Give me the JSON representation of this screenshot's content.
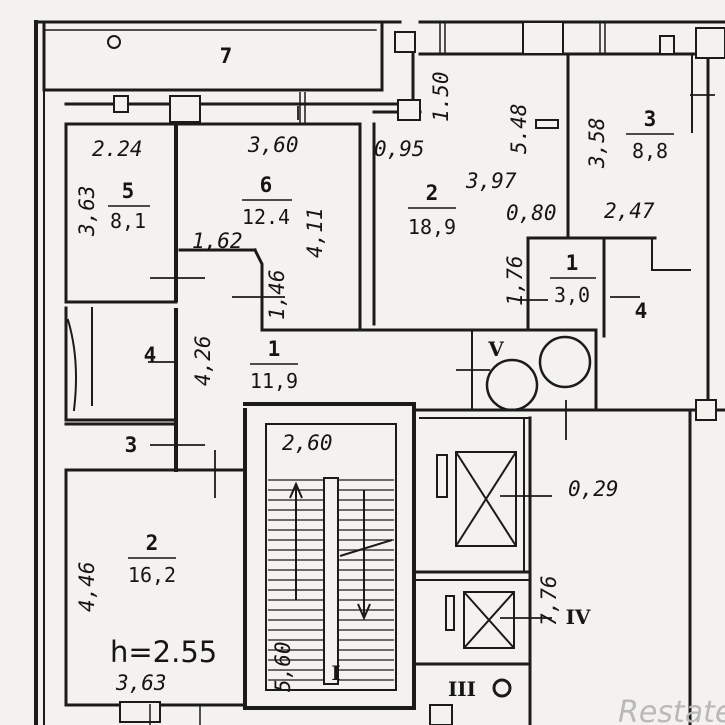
{
  "floor_plan": {
    "ceiling_height": "h=2.55",
    "watermark": "Restate",
    "rooms": [
      {
        "id": "left-7",
        "number": "7"
      },
      {
        "id": "left-5",
        "number": "5",
        "area": "8,1"
      },
      {
        "id": "left-6",
        "number": "6",
        "area": "12.4"
      },
      {
        "id": "left-4",
        "number": "4"
      },
      {
        "id": "left-1",
        "number": "1",
        "area": "11,9"
      },
      {
        "id": "left-3",
        "number": "3"
      },
      {
        "id": "left-2",
        "number": "2",
        "area": "16,2"
      },
      {
        "id": "right-2",
        "number": "2",
        "area": "18,9"
      },
      {
        "id": "right-3",
        "number": "3",
        "area": "8,8"
      },
      {
        "id": "right-1",
        "number": "1",
        "area": "3,0"
      },
      {
        "id": "right-4",
        "number": "4"
      }
    ],
    "shaft_labels": [
      "I",
      "III",
      "IV",
      "V"
    ],
    "dimensions": [
      "1.50",
      "5.48",
      "0,95",
      "3,97",
      "0,80",
      "2.24",
      "3,60",
      "3,63",
      "4,11",
      "1,62",
      "1,46",
      "4,26",
      "3,58",
      "2,47",
      "1,76",
      "2,60",
      "0,29",
      "7,76",
      "4,46",
      "5,60",
      "3,63"
    ]
  }
}
